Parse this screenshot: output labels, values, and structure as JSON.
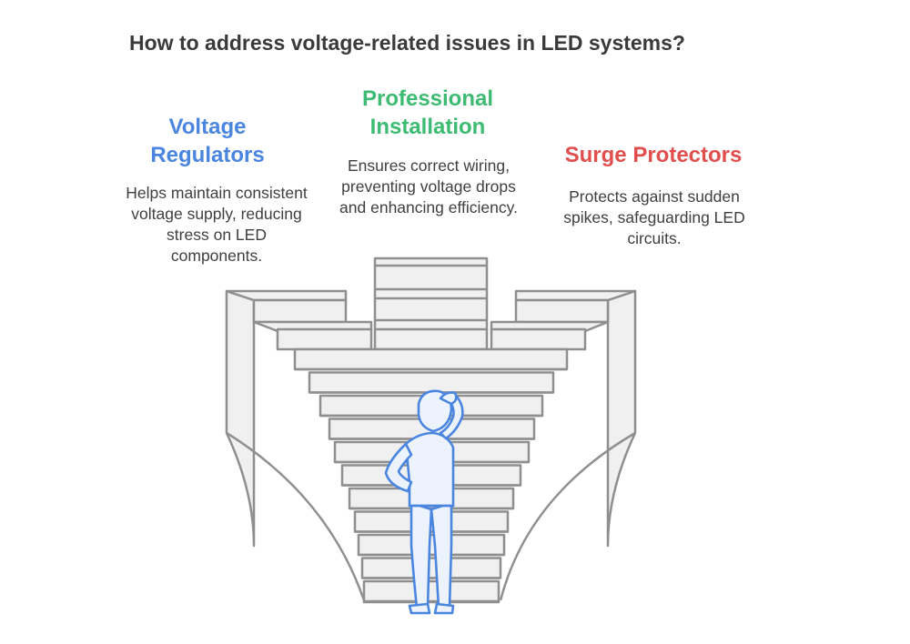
{
  "title": "How to address voltage-related issues in LED systems?",
  "options": [
    {
      "heading_lines": [
        "Voltage",
        "Regulators"
      ],
      "description": "Helps maintain consistent voltage supply, reducing stress on LED components.",
      "color": "#4a86e0"
    },
    {
      "heading_lines": [
        "Professional",
        "Installation"
      ],
      "description": "Ensures correct wiring, preventing voltage drops and enhancing efficiency.",
      "color": "#3dbb72"
    },
    {
      "heading_lines": [
        "Surge Protectors"
      ],
      "description": "Protects against sudden spikes, safeguarding LED circuits.",
      "color": "#e04e4e"
    }
  ],
  "colors": {
    "stairs_fill": "#f0f0f0",
    "stairs_stroke": "#8f8f8f",
    "person_stroke": "#4a86e0",
    "person_fill": "#edf3fd"
  },
  "icons": [
    "staircase-icon",
    "thinking-person-icon"
  ]
}
